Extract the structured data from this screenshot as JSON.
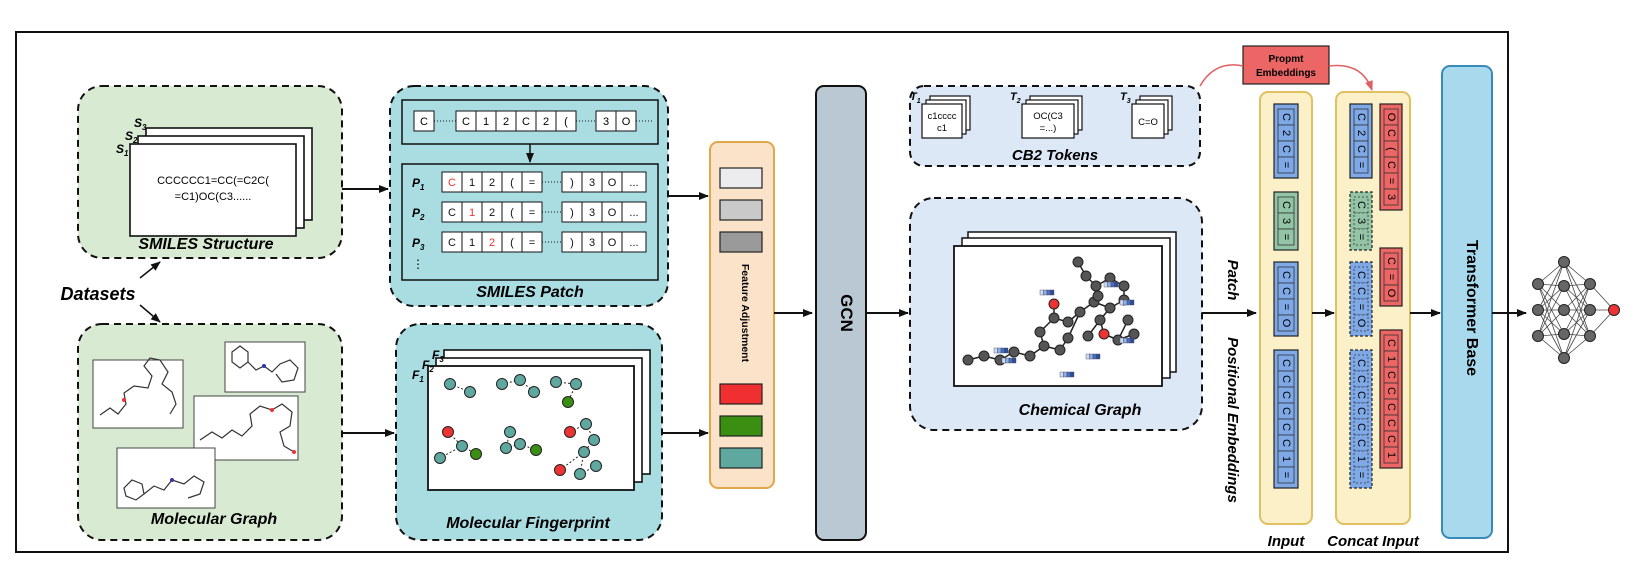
{
  "datasets": {
    "label": "Datasets"
  },
  "smiles_structure": {
    "title": "SMILES Structure",
    "card_labels": [
      "S",
      "S",
      "S"
    ],
    "card_subscripts": [
      "1",
      "2",
      "3"
    ],
    "text_line1": "CCCCCC1=CC(=C2C(",
    "text_line2": "=C1)OC(C3......"
  },
  "molecular_graph": {
    "title": "Molecular Graph"
  },
  "smiles_patch": {
    "title": "SMILES Patch",
    "top_tokens": [
      "C",
      "C",
      "1",
      "2",
      "C",
      "2",
      "(",
      "3",
      "O"
    ],
    "row_labels": [
      "P",
      "P",
      "P"
    ],
    "row_subscripts": [
      "1",
      "2",
      "3"
    ],
    "row_tokens": [
      "C",
      "1",
      "2",
      "(",
      "=",
      ")",
      "3",
      "O",
      "..."
    ],
    "vertical_ellipsis": "⋮"
  },
  "molecular_fingerprint": {
    "title": "Molecular Fingerprint",
    "card_labels": [
      "F",
      "F",
      "F"
    ],
    "card_subscripts": [
      "1",
      "2",
      "3"
    ]
  },
  "feature_adjustment": {
    "label": "Feature Adjustment",
    "colors": [
      "#ececef",
      "#c9c9c9",
      "#9a9a9a",
      "#f03030",
      "#3a8f12",
      "#5fa8a0"
    ]
  },
  "gcn": {
    "label": "GCN"
  },
  "cb2_tokens": {
    "title": "CB2 Tokens",
    "labels": [
      "T",
      "T",
      "T"
    ],
    "subscripts": [
      "1",
      "2",
      "3"
    ],
    "t1_line1": "c1cccc",
    "t1_line2": "c1",
    "t2_line1": "OC(C3",
    "t2_line2": "=...)",
    "t3_text": "C=O"
  },
  "prompt_embeddings": {
    "line1": "Propmt",
    "line2": "Embeddings"
  },
  "chemical_graph": {
    "title": "Chemical Graph"
  },
  "patch_label": "Patch",
  "positional_embeddings_label": "Positional Embeddings",
  "input_column": {
    "label": "Input",
    "group1": [
      "C",
      "2",
      "C",
      "="
    ],
    "group2": [
      "C",
      "3",
      "="
    ],
    "group3": [
      "C",
      "C",
      "=",
      "O"
    ],
    "group4": [
      "C",
      "C",
      "C",
      "C",
      "C",
      "C",
      "1",
      "="
    ]
  },
  "concat_column": {
    "label": "Concat Input",
    "blue1": [
      "C",
      "2",
      "C",
      "="
    ],
    "red1": [
      "O",
      "C",
      "(",
      "C",
      "=",
      "3"
    ],
    "green": [
      "C",
      "3",
      "="
    ],
    "red2": [
      "C",
      "=",
      "O"
    ],
    "blue3": [
      "C",
      "C",
      "=",
      "O"
    ],
    "red3": [
      "C",
      "1",
      "C",
      "C",
      "C",
      "C",
      "C",
      "1"
    ],
    "blue4": [
      "C",
      "C",
      "C",
      "C",
      "C",
      "C",
      "1",
      "="
    ]
  },
  "transformer": {
    "label": "Transformer Base"
  },
  "colors": {
    "green_panel": "#d9ead3",
    "teal_panel": "#a9dde2",
    "blue_panel": "#dde8f7",
    "orange_panel": "#fbe3c9",
    "yellow_panel": "#fbf0c7",
    "gcn": "#b9c8d3",
    "transformer": "#a9d9ed",
    "token_blue": "#7fa8e6",
    "token_green": "#93c4a5",
    "token_red": "#ec6666",
    "prompt": "#ec6666"
  }
}
